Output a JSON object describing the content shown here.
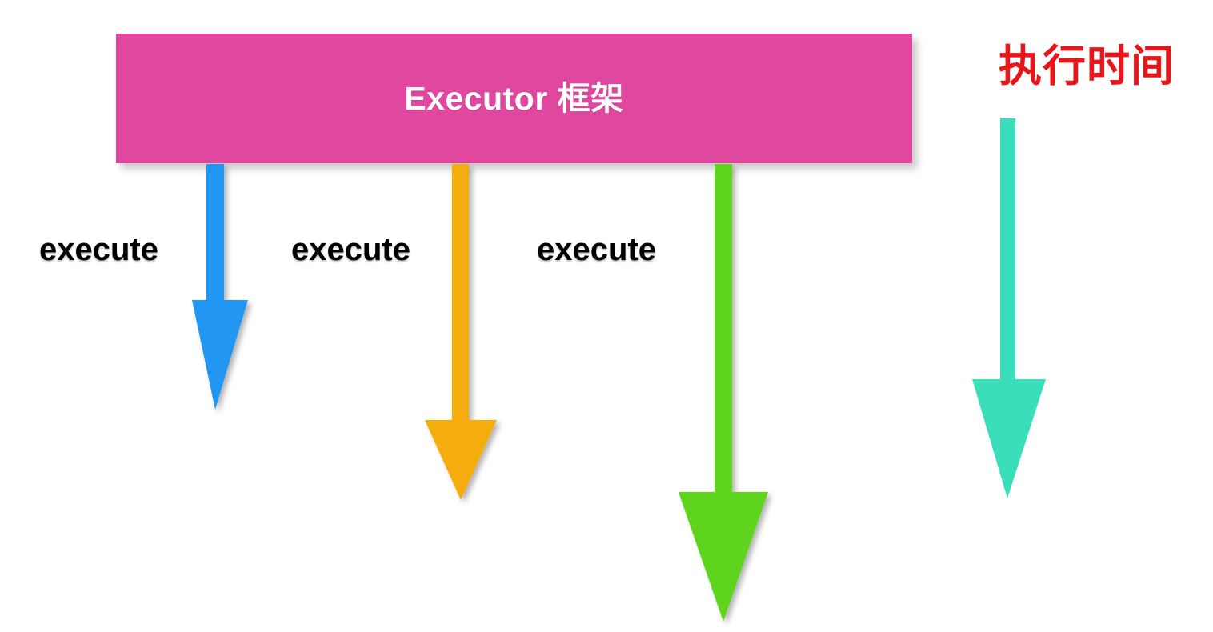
{
  "diagram": {
    "title_box": {
      "label": "Executor 框架",
      "fill_color": "#E0479E",
      "text_color": "#FFFFFF"
    },
    "time_axis": {
      "caption": "执行时间",
      "caption_color": "#E8151A",
      "arrow_color": "#3BDEBB",
      "arrow_name": "time-axis-arrow"
    },
    "tasks": [
      {
        "label": "execute",
        "color": "#2196F3",
        "arrow_name": "execute-arrow-blue",
        "duration_rank": 1
      },
      {
        "label": "execute",
        "color": "#F5AD07",
        "arrow_name": "execute-arrow-orange",
        "duration_rank": 2
      },
      {
        "label": "execute",
        "color": "#5FD41D",
        "arrow_name": "execute-arrow-green",
        "duration_rank": 3
      }
    ]
  }
}
